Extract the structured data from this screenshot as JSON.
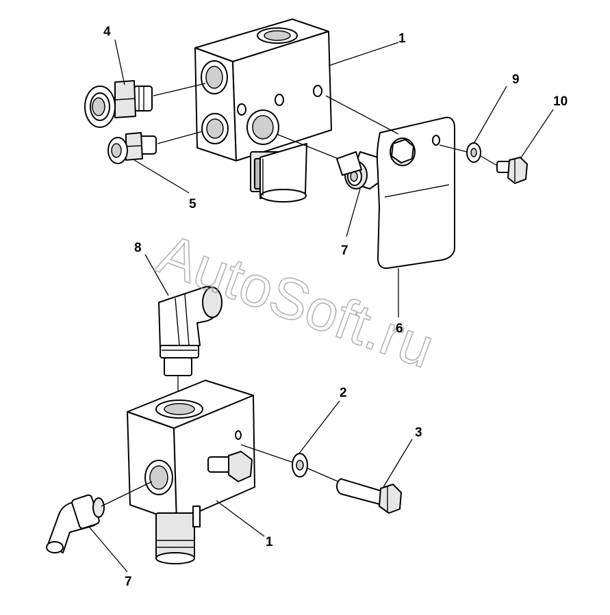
{
  "watermark": "AutoSoft.ru",
  "callouts": {
    "c1_top": "1",
    "c1_bottom": "1",
    "c2": "2",
    "c3": "3",
    "c4": "4",
    "c5": "5",
    "c6": "6",
    "c7_top": "7",
    "c7_bottom": "7",
    "c8": "8",
    "c9": "9",
    "c10": "10"
  },
  "colors": {
    "line": "#000000",
    "background": "#ffffff",
    "watermark": "#9a9a9a"
  }
}
